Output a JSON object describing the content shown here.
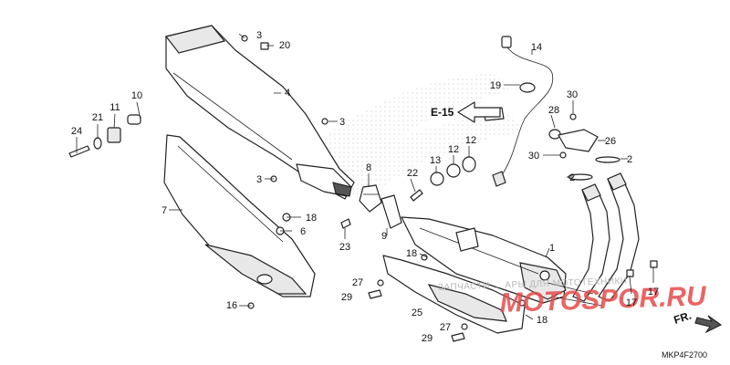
{
  "diagram_code": "MKP4F2700",
  "reference": "E-15",
  "direction_label": "FR.",
  "watermark": {
    "caption": "ЗАПЧАСТИ ... АРЫ ДЛЯ МОТОТЕХНИКИ",
    "brand": "MOTOSPOR.RU"
  },
  "callouts": [
    "3",
    "20",
    "4",
    "10",
    "11",
    "21",
    "24",
    "3",
    "3",
    "7",
    "18",
    "6",
    "8",
    "22",
    "13",
    "12",
    "12",
    "23",
    "9",
    "14",
    "19",
    "30",
    "28",
    "26",
    "30",
    "2",
    "2",
    "1",
    "18",
    "27",
    "29",
    "25",
    "18",
    "27",
    "29",
    "16",
    "17",
    "17"
  ]
}
